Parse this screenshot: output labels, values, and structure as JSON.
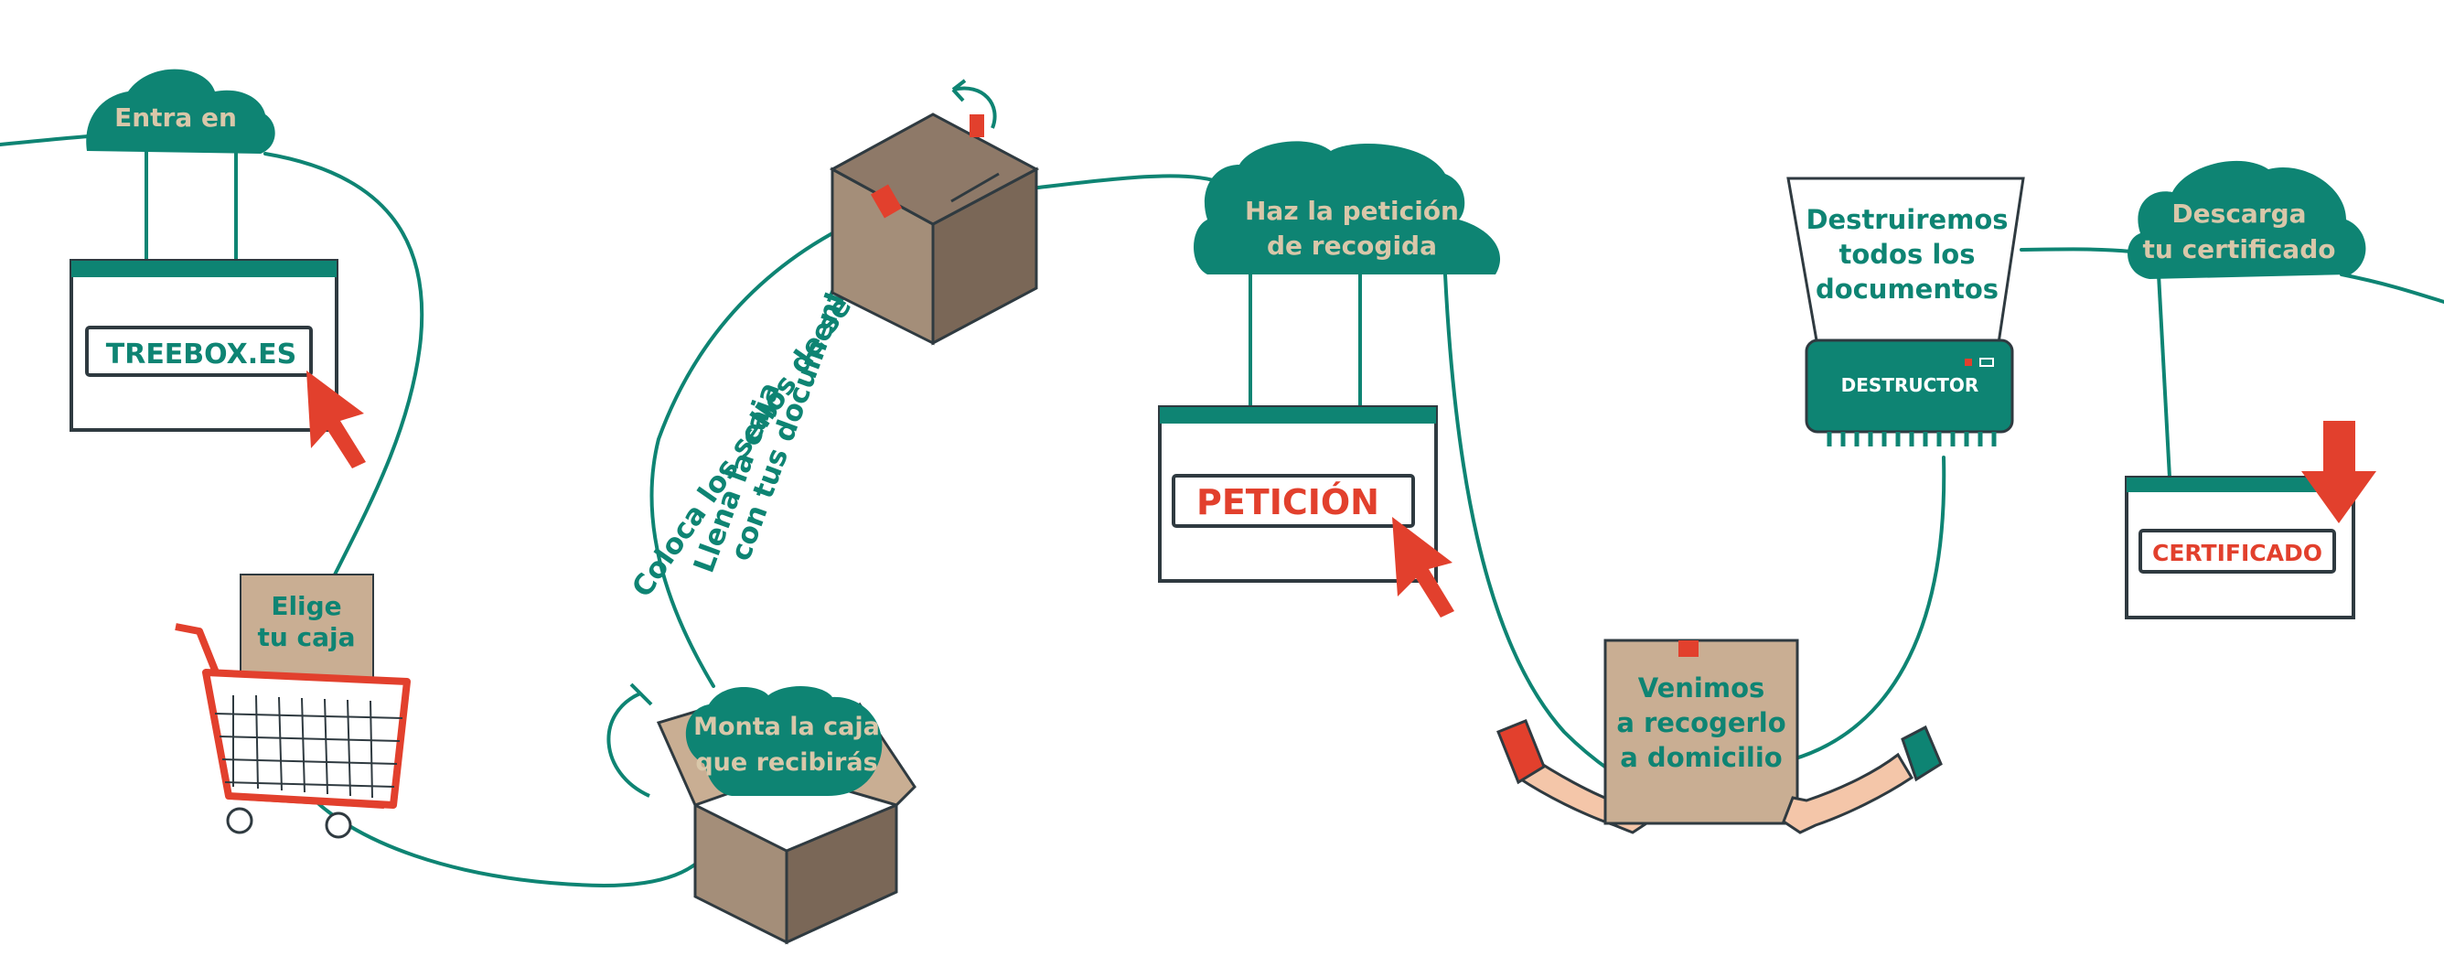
{
  "steps": {
    "entra": {
      "label": "Entra en",
      "site": "TREEBOX.ES"
    },
    "elige": {
      "line1": "Elige",
      "line2": "tu caja"
    },
    "monta": {
      "line1": "Monta la caja",
      "line2": "que recibirás"
    },
    "coloca": {
      "label": "Coloca los sellos de seguridad"
    },
    "llena": {
      "line1": "Llena la caja",
      "line2": "con tus documentos"
    },
    "peticion": {
      "line1": "Haz la petición",
      "line2": "de recogida",
      "button": "PETICIÓN"
    },
    "venimos": {
      "line1": "Venimos",
      "line2": "a recogerlo",
      "line3": "a domicilio"
    },
    "destruimos": {
      "line1": "Destruiremos",
      "line2": "todos los",
      "line3": "documentos",
      "machine": "DESTRUCTOR"
    },
    "descarga": {
      "line1": "Descarga",
      "line2": "tu certificado",
      "button": "CERTIFICADO"
    }
  },
  "colors": {
    "teal": "#0e8473",
    "red": "#e2402d",
    "cardboard": "#a48e79",
    "cardboard_dark": "#7a6757",
    "cardboard_light": "#c9ae93",
    "beige_text": "#d9c7a9",
    "dark_outline": "#2f3a40"
  }
}
